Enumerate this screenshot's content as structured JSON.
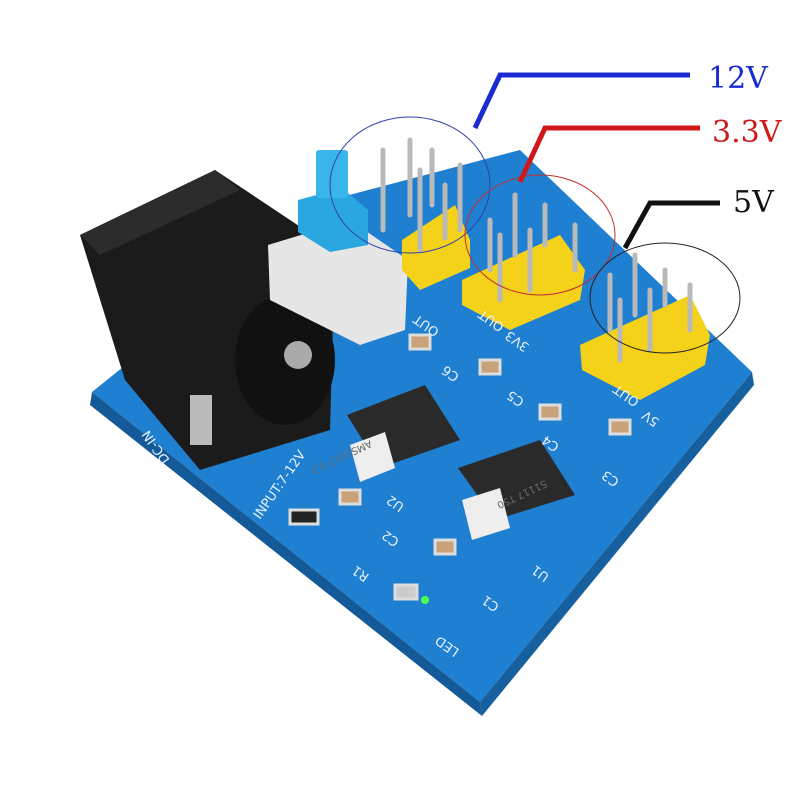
{
  "annotations": [
    {
      "label": "12V",
      "color": "#1a2bd0"
    },
    {
      "label": "3.3V",
      "color": "#d01818"
    },
    {
      "label": "5V",
      "color": "#111111"
    }
  ],
  "silkscreen": {
    "dc_in": "DC-IN",
    "input": "INPUT:7-12V",
    "led": "LED",
    "r1": "R1",
    "c1": "C1",
    "c2": "C2",
    "c3": "C3",
    "c4": "C4",
    "c5": "C5",
    "c6": "C6",
    "u1": "U1",
    "u2": "U2",
    "out_a": "OUT",
    "v3v3": "3V3",
    "out_b": "OUT",
    "v5": "5V",
    "out_c": "OUT"
  },
  "chips": {
    "u2_marking": "AMS1117 3.3",
    "u1_marking": "S1117 T50"
  },
  "colors": {
    "board": "#1f7fd0",
    "header": "#f4d21a",
    "jack": "#1b1b1b",
    "button": "#2aa7e0"
  }
}
